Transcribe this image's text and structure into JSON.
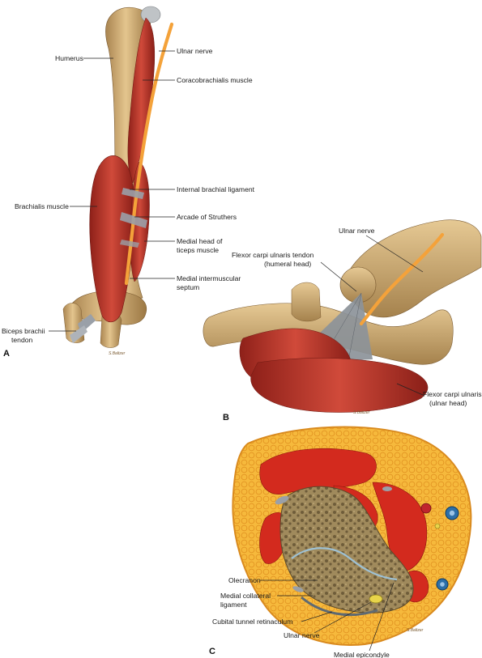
{
  "panels": {
    "a": {
      "letter": "A",
      "signature": "S.Baltzer",
      "labels": {
        "humerus": "Humerus",
        "ulnar_nerve": "Ulnar nerve",
        "coracobrachialis": "Coracobrachialis muscle",
        "internal_brachial_ligament": "Internal brachial ligament",
        "brachialis": "Brachialis muscle",
        "arcade": "Arcade of Struthers",
        "medial_head_1": "Medial head of",
        "medial_head_2": "ticeps muscle",
        "intermuscular_1": "Medial intermuscular",
        "intermuscular_2": "septum",
        "biceps_1": "Biceps brachii",
        "biceps_2": "tendon"
      }
    },
    "b": {
      "letter": "B",
      "signature": "S.Baltzer",
      "labels": {
        "ulnar_nerve": "Ulnar nerve",
        "fcu_tendon_1": "Flexor carpi ulnaris tendon",
        "fcu_tendon_2": "(humeral head)",
        "fcu_ulnar_1": "Flexor carpi ulnaris",
        "fcu_ulnar_2": "(ulnar head)"
      }
    },
    "c": {
      "letter": "C",
      "signature": "S.Baltzer",
      "labels": {
        "olecranon": "Olecranon",
        "mcl_1": "Medial collateral",
        "mcl_2": "ligament",
        "retinaculum": "Cubital tunnel retinaculum",
        "ulnar_nerve": "Ulnar nerve",
        "epicondyle": "Medial epicondyle"
      }
    }
  },
  "colors": {
    "bone": "#d9b77e",
    "bone_dark": "#a98450",
    "muscle": "#b8322a",
    "muscle_light": "#d8493a",
    "nerve": "#f4a23a",
    "fat": "#f2b43a",
    "fat_edge": "#d98a1e",
    "tendon": "#9aa0a8",
    "cancellous": "#8a7a55",
    "vessel": "#2d6fa8",
    "artery": "#c0252d"
  }
}
